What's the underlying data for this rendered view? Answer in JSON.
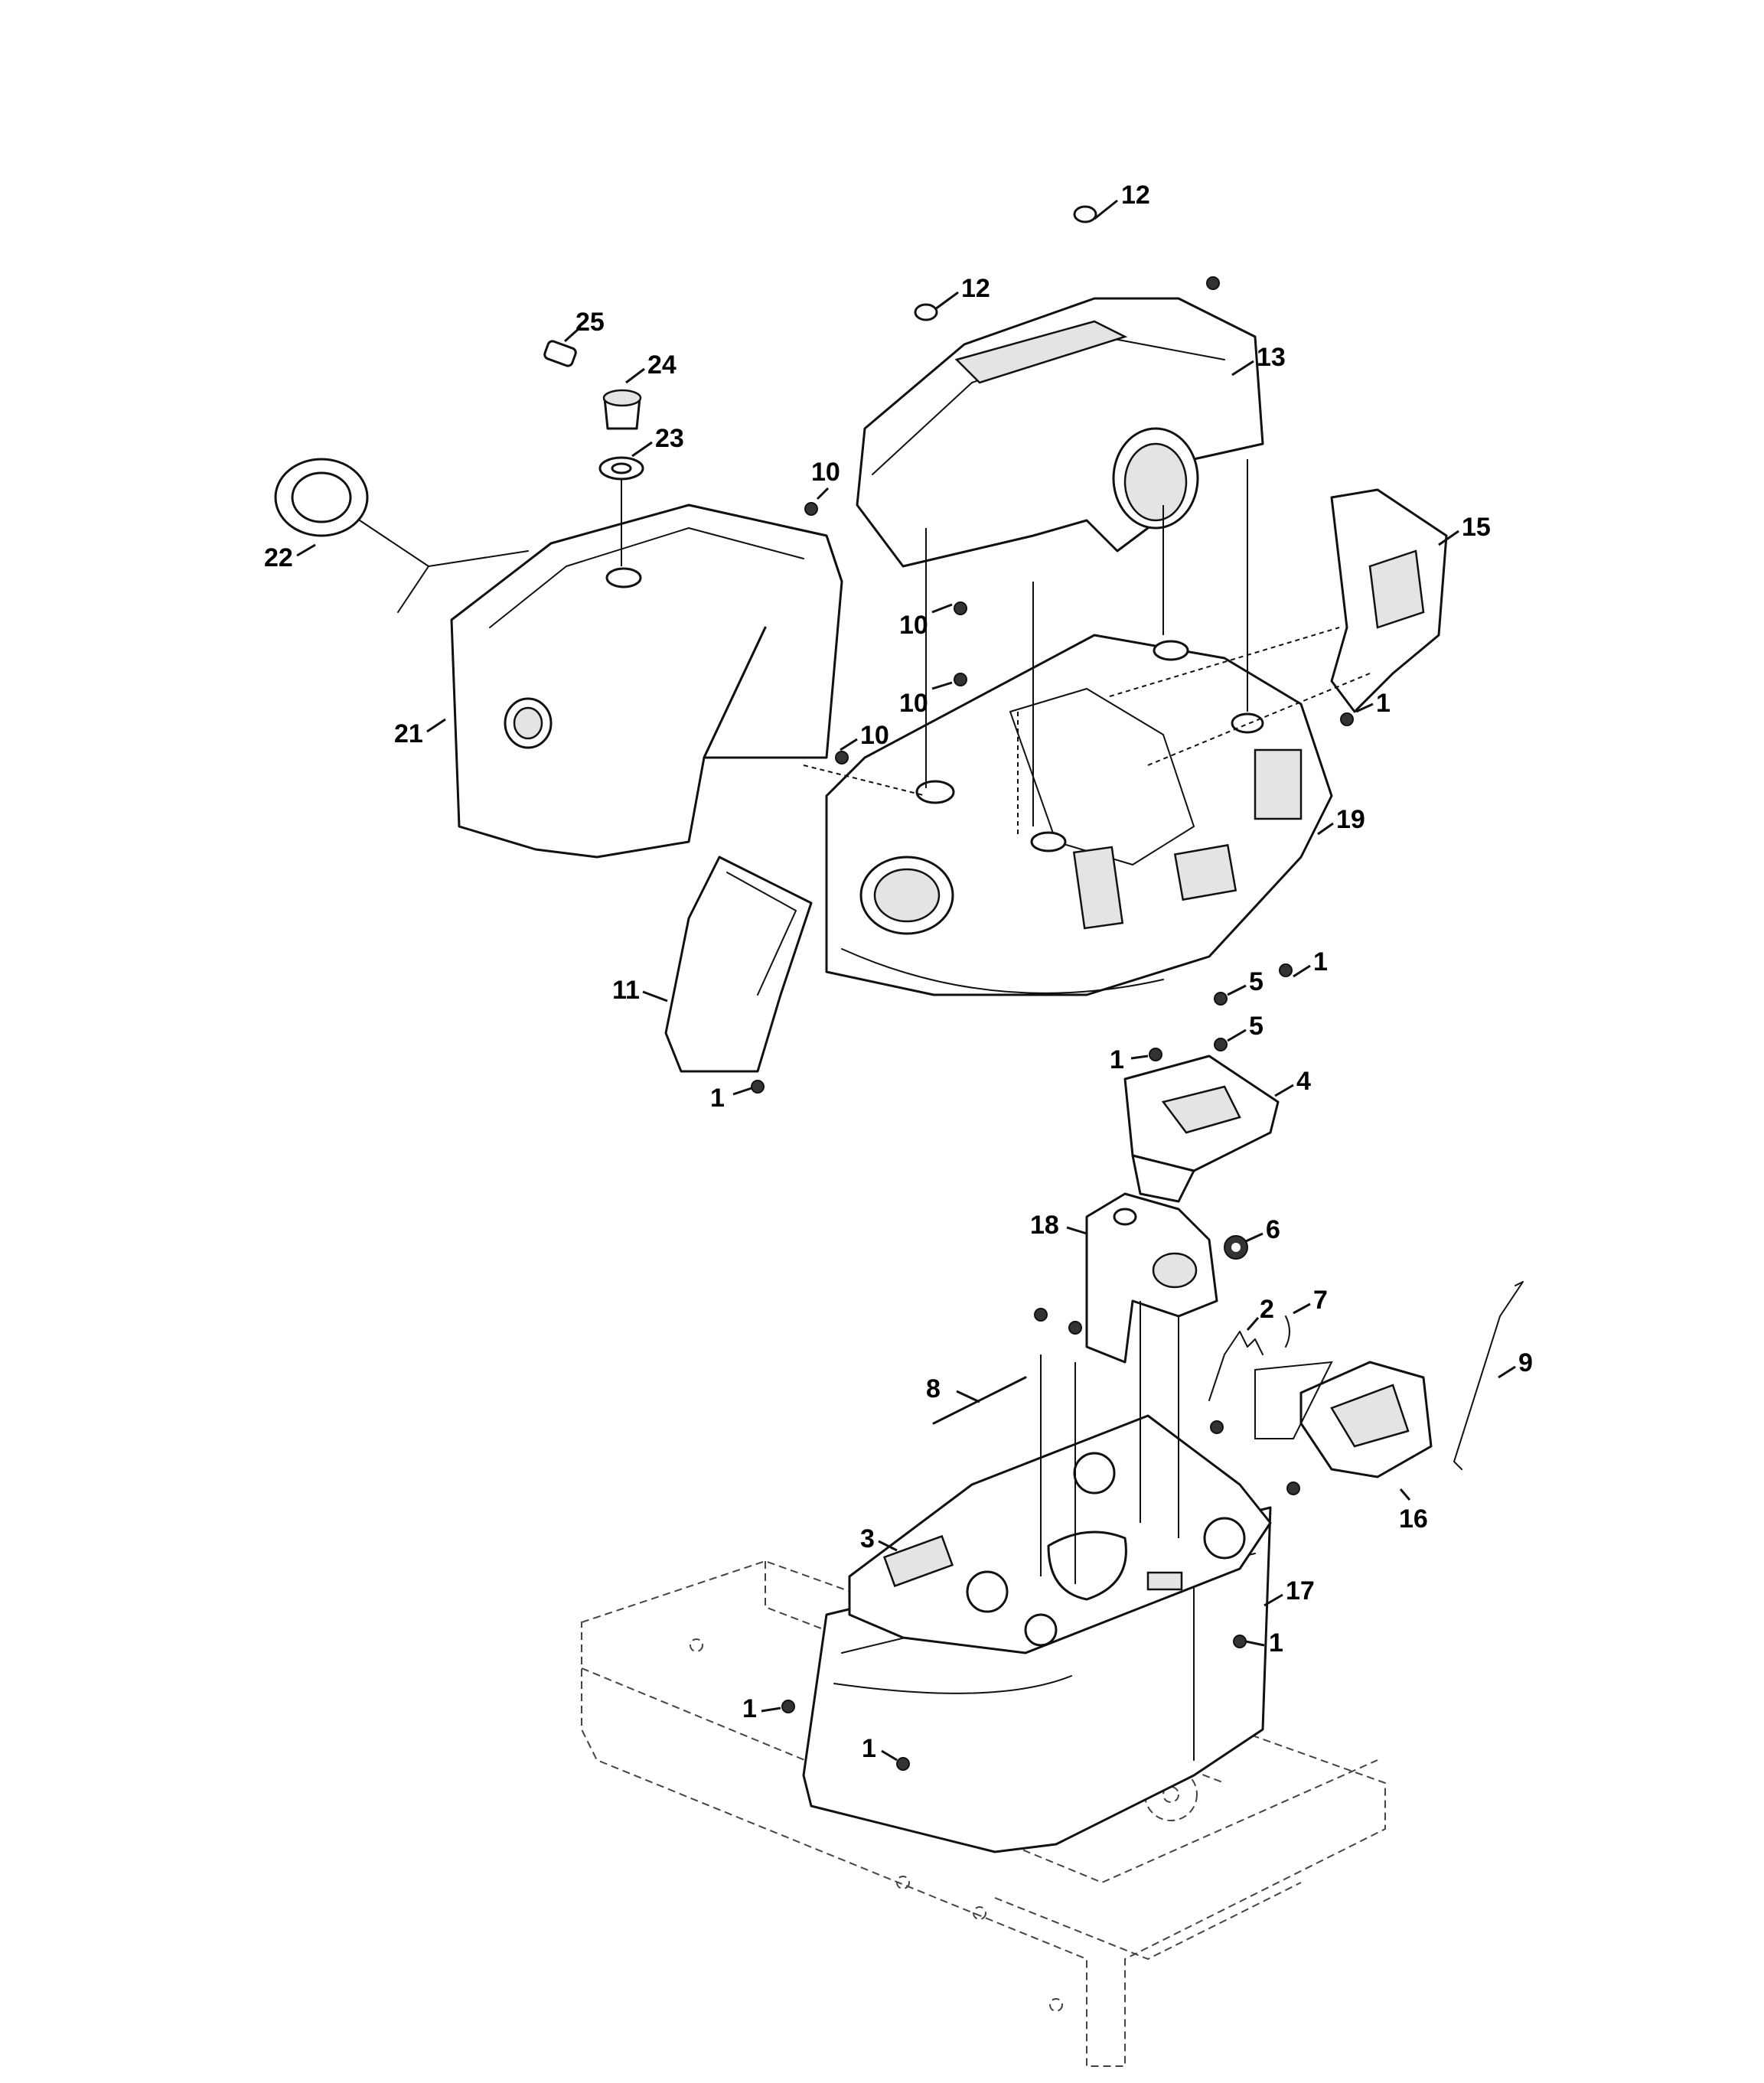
{
  "diagram": {
    "callouts": [
      {
        "id": "c12a",
        "label": "12"
      },
      {
        "id": "c12b",
        "label": "12"
      },
      {
        "id": "c25",
        "label": "25"
      },
      {
        "id": "c24",
        "label": "24"
      },
      {
        "id": "c23",
        "label": "23"
      },
      {
        "id": "c13",
        "label": "13"
      },
      {
        "id": "c10a",
        "label": "10"
      },
      {
        "id": "c22",
        "label": "22"
      },
      {
        "id": "c15",
        "label": "15"
      },
      {
        "id": "c10b",
        "label": "10"
      },
      {
        "id": "c10c",
        "label": "10"
      },
      {
        "id": "c1a",
        "label": "1"
      },
      {
        "id": "c21",
        "label": "21"
      },
      {
        "id": "c10d",
        "label": "10"
      },
      {
        "id": "c19",
        "label": "19"
      },
      {
        "id": "c11",
        "label": "11"
      },
      {
        "id": "c1b",
        "label": "1"
      },
      {
        "id": "c5a",
        "label": "5"
      },
      {
        "id": "c5b",
        "label": "5"
      },
      {
        "id": "c1c",
        "label": "1"
      },
      {
        "id": "c1d",
        "label": "1"
      },
      {
        "id": "c4",
        "label": "4"
      },
      {
        "id": "c18",
        "label": "18"
      },
      {
        "id": "c6",
        "label": "6"
      },
      {
        "id": "c2",
        "label": "2"
      },
      {
        "id": "c7",
        "label": "7"
      },
      {
        "id": "c8",
        "label": "8"
      },
      {
        "id": "c9",
        "label": "9"
      },
      {
        "id": "c16",
        "label": "16"
      },
      {
        "id": "c3",
        "label": "3"
      },
      {
        "id": "c17",
        "label": "17"
      },
      {
        "id": "c1e",
        "label": "1"
      },
      {
        "id": "c1f",
        "label": "1"
      },
      {
        "id": "c1g",
        "label": "1"
      }
    ]
  }
}
